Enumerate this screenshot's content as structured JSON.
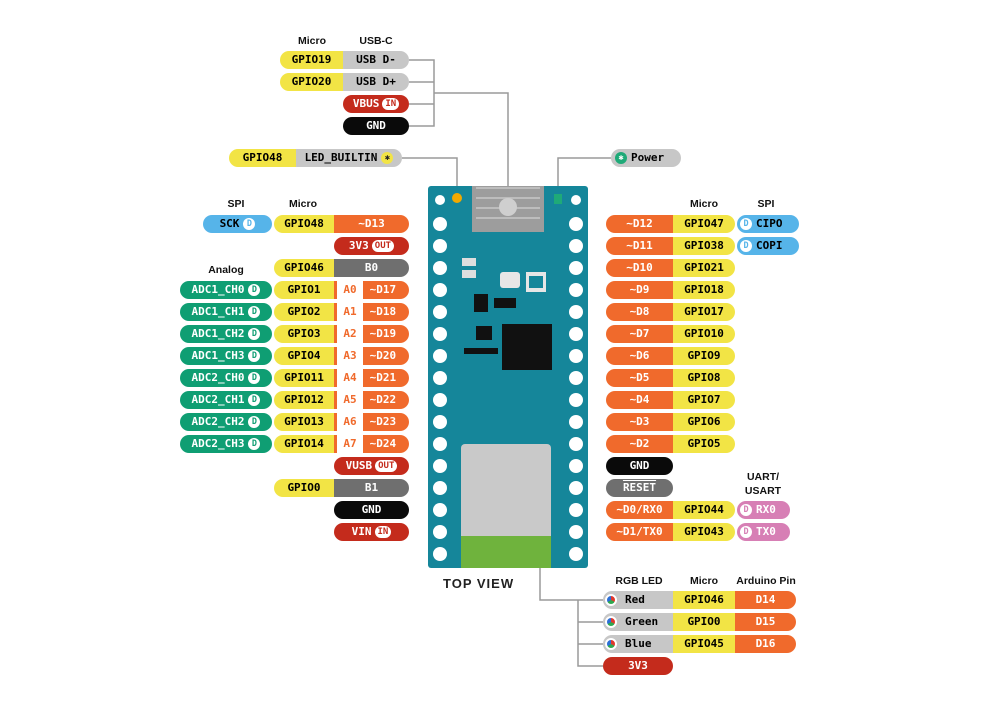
{
  "colors": {
    "yellow": "#f2e445",
    "gray": "#c7c7c7",
    "darkgray": "#6f6f6f",
    "orange": "#f06a2c",
    "red": "#c42b1c",
    "black": "#0a0a0a",
    "green": "#0f9e73",
    "blue": "#56b4e9",
    "pink": "#d77fb5",
    "board": "#15869a"
  },
  "view_label": "TOP VIEW",
  "headers": {
    "usb_micro": "Micro",
    "usb_c": "USB-C",
    "left_spi": "SPI",
    "left_micro": "Micro",
    "left_analog": "Analog",
    "right_micro": "Micro",
    "right_spi": "SPI",
    "uart_line1": "UART/",
    "uart_line2": "USART",
    "rgb_led": "RGB LED",
    "rgb_micro": "Micro",
    "rgb_arduino": "Arduino Pin"
  },
  "usb": {
    "rows": [
      {
        "gpio": "GPIO19",
        "label": "USB D-"
      },
      {
        "gpio": "GPIO20",
        "label": "USB D+"
      }
    ],
    "vbus": "VBUS",
    "vbus_tag": "IN",
    "gnd": "GND"
  },
  "led_builtin": {
    "gpio": "GPIO48",
    "label": "LED_BUILTIN"
  },
  "power": {
    "label": "Power"
  },
  "left_pins": [
    {
      "spi": "SCK",
      "micro": "GPIO48",
      "pin": "~D13"
    },
    {
      "label": "3V3",
      "tag": "OUT"
    },
    {
      "micro": "GPIO46",
      "pin": "B0"
    },
    {
      "analog": "ADC1_CH0",
      "micro": "GPIO1",
      "a": "A0",
      "pin": "~D17"
    },
    {
      "analog": "ADC1_CH1",
      "micro": "GPIO2",
      "a": "A1",
      "pin": "~D18"
    },
    {
      "analog": "ADC1_CH2",
      "micro": "GPIO3",
      "a": "A2",
      "pin": "~D19"
    },
    {
      "analog": "ADC1_CH3",
      "micro": "GPIO4",
      "a": "A3",
      "pin": "~D20"
    },
    {
      "analog": "ADC2_CH0",
      "micro": "GPIO11",
      "a": "A4",
      "pin": "~D21"
    },
    {
      "analog": "ADC2_CH1",
      "micro": "GPIO12",
      "a": "A5",
      "pin": "~D22"
    },
    {
      "analog": "ADC2_CH2",
      "micro": "GPIO13",
      "a": "A6",
      "pin": "~D23"
    },
    {
      "analog": "ADC2_CH3",
      "micro": "GPIO14",
      "a": "A7",
      "pin": "~D24"
    },
    {
      "label": "VUSB",
      "tag": "OUT"
    },
    {
      "micro": "GPIO0",
      "pin": "B1"
    },
    {
      "label": "GND"
    },
    {
      "label": "VIN",
      "tag": "IN"
    }
  ],
  "right_pins": [
    {
      "pin": "~D12",
      "micro": "GPIO47",
      "spi": "CIPO"
    },
    {
      "pin": "~D11",
      "micro": "GPIO38",
      "spi": "COPI"
    },
    {
      "pin": "~D10",
      "micro": "GPIO21"
    },
    {
      "pin": "~D9",
      "micro": "GPIO18"
    },
    {
      "pin": "~D8",
      "micro": "GPIO17"
    },
    {
      "pin": "~D7",
      "micro": "GPIO10"
    },
    {
      "pin": "~D6",
      "micro": "GPIO9"
    },
    {
      "pin": "~D5",
      "micro": "GPIO8"
    },
    {
      "pin": "~D4",
      "micro": "GPIO7"
    },
    {
      "pin": "~D3",
      "micro": "GPIO6"
    },
    {
      "pin": "~D2",
      "micro": "GPIO5"
    },
    {
      "label": "GND"
    },
    {
      "label": "RESET"
    },
    {
      "pin": "~D0/RX0",
      "micro": "GPIO44",
      "uart": "RX0"
    },
    {
      "pin": "~D1/TX0",
      "micro": "GPIO43",
      "uart": "TX0"
    }
  ],
  "rgb": {
    "rows": [
      {
        "color": "Red",
        "micro": "GPIO46",
        "arduino": "D14",
        "dot": "#e0382c"
      },
      {
        "color": "Green",
        "micro": "GPIO0",
        "arduino": "D15",
        "dot": "#2fa84f"
      },
      {
        "color": "Blue",
        "micro": "GPIO45",
        "arduino": "D16",
        "dot": "#2d6fd6"
      }
    ],
    "supply": "3V3"
  },
  "icon_glyphs": {
    "digital": "D",
    "led": "💡"
  }
}
